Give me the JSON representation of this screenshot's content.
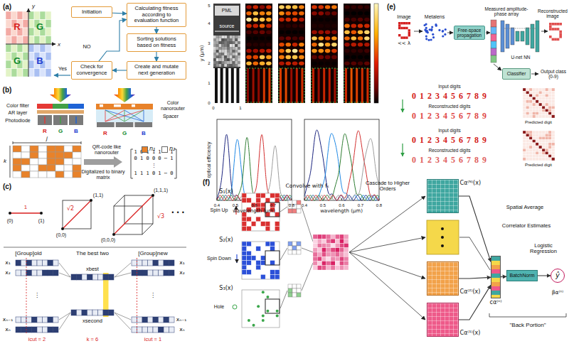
{
  "diagram": {
    "nodes": [
      {
        "text": [
          "Initiation"
        ]
      },
      {
        "text": [
          "Calculating fitness according to evaluation function"
        ]
      },
      {
        "text": [
          "Sorting solutions based on fitness"
        ]
      },
      {
        "text": [
          "Create and mutate next generation"
        ]
      },
      {
        "text": [
          "Check for convergence"
        ]
      },
      {
        "text": [
          "Free-space propagation"
        ]
      },
      {
        "text": [
          "Classifier"
        ]
      },
      {
        "text": [
          "Cα⁽ᴺ⁾(x)"
        ]
      },
      {
        "text": [
          "Cα⁽²⁾(x)"
        ]
      },
      {
        "text": [
          "Cα⁽¹⁾(x)"
        ]
      },
      {
        "text": [
          "cα⁽ⁿ⁾"
        ]
      },
      {
        "text": [
          "BatchNorm"
        ]
      },
      {
        "text": [
          "ŷ"
        ]
      }
    ],
    "edges": [
      {
        "from": 0,
        "to": 1,
        "arrow": "to"
      },
      {
        "from": 1,
        "to": 2,
        "arrow": "to"
      },
      {
        "from": 2,
        "to": 3,
        "arrow": "to"
      },
      {
        "from": 3,
        "to": 4,
        "arrow": "to"
      },
      {
        "from": 4,
        "to": 1,
        "arrow": "to",
        "label": "NO"
      },
      {
        "from": 7,
        "to": 10,
        "arrow": "to"
      },
      {
        "from": 8,
        "to": 10,
        "arrow": "to"
      },
      {
        "from": 9,
        "to": 10,
        "arrow": "to"
      },
      {
        "from": 10,
        "to": 11,
        "arrow": "to"
      },
      {
        "from": 11,
        "to": 12,
        "arrow": "to"
      }
    ],
    "labels": [
      "(a)",
      "y",
      "x",
      "R",
      "G",
      "G",
      "B",
      "Yes",
      "(b)",
      "Color filter",
      "AR layer",
      "Photodiode",
      "R",
      "G",
      "B",
      "Color nanorouter",
      "Spacer",
      "R",
      "G",
      "B",
      "j",
      "k",
      "QR-code like nanorouter",
      "Digitalized to binary matrix",
      "1 0 1 1 1 ⋯ 1",
      "0 1 0 0 0 ⋯ 1",
      "⋮",
      "1 1 1 0 1 ⋯ 0",
      "(c)",
      "(0)",
      "1",
      "(1)",
      "(1,1)",
      "(0,0)",
      "√2",
      "(1,1,1)",
      "(0,0,0)",
      "√3",
      "• • •",
      "[Group]old",
      "The best two",
      "[Group]new",
      "x₁",
      "x₂",
      "⋮",
      "xₙ₋₁",
      "xₙ",
      "xbest",
      "xsecond",
      "k = 6",
      "icut = 2",
      "icut = 1",
      "x₁",
      "x₂",
      "⋮",
      "xₙ₋₁",
      "xₙ",
      "PML",
      "source",
      "y (μm)",
      "0",
      "1",
      "2",
      "3",
      "4",
      "5",
      "0",
      "1",
      "optical efficiency",
      "0.4",
      "0.5",
      "0.6",
      "0.7",
      "0.8",
      "0.4",
      "0.5",
      "0.6",
      "0.7",
      "0.8",
      "wavelength (μm)",
      "wavelength (μm)",
      "(e)",
      "Image",
      "<< λ",
      "Metalens",
      "Measured amplitude-phase array",
      "U-net NN",
      "Reconstructed image",
      "Output class (0-9)",
      "Input digits",
      "0123456789",
      "Reconstructed digits",
      "0123456789",
      "Input digits",
      "0123456789",
      "Reconstructed digits",
      "0123456789",
      "Predicted digit",
      "Predicted digit",
      "(f)",
      "S₁(x)",
      "Spin Up",
      "S₂(x)",
      "Spin Down",
      "S₃(x)",
      "Hole",
      "Convolve with fₛ",
      "Cascade to Higher Orders",
      "Spatial Average",
      "Correlator Estimates",
      "Logistic Regression",
      "βα⁽ⁿ⁾",
      "\"Back Portion\""
    ],
    "legend": [
      {
        "text": "n₁",
        "color": "#e8822a"
      },
      {
        "text": "n₂",
        "color": "#ffffff"
      }
    ]
  }
}
